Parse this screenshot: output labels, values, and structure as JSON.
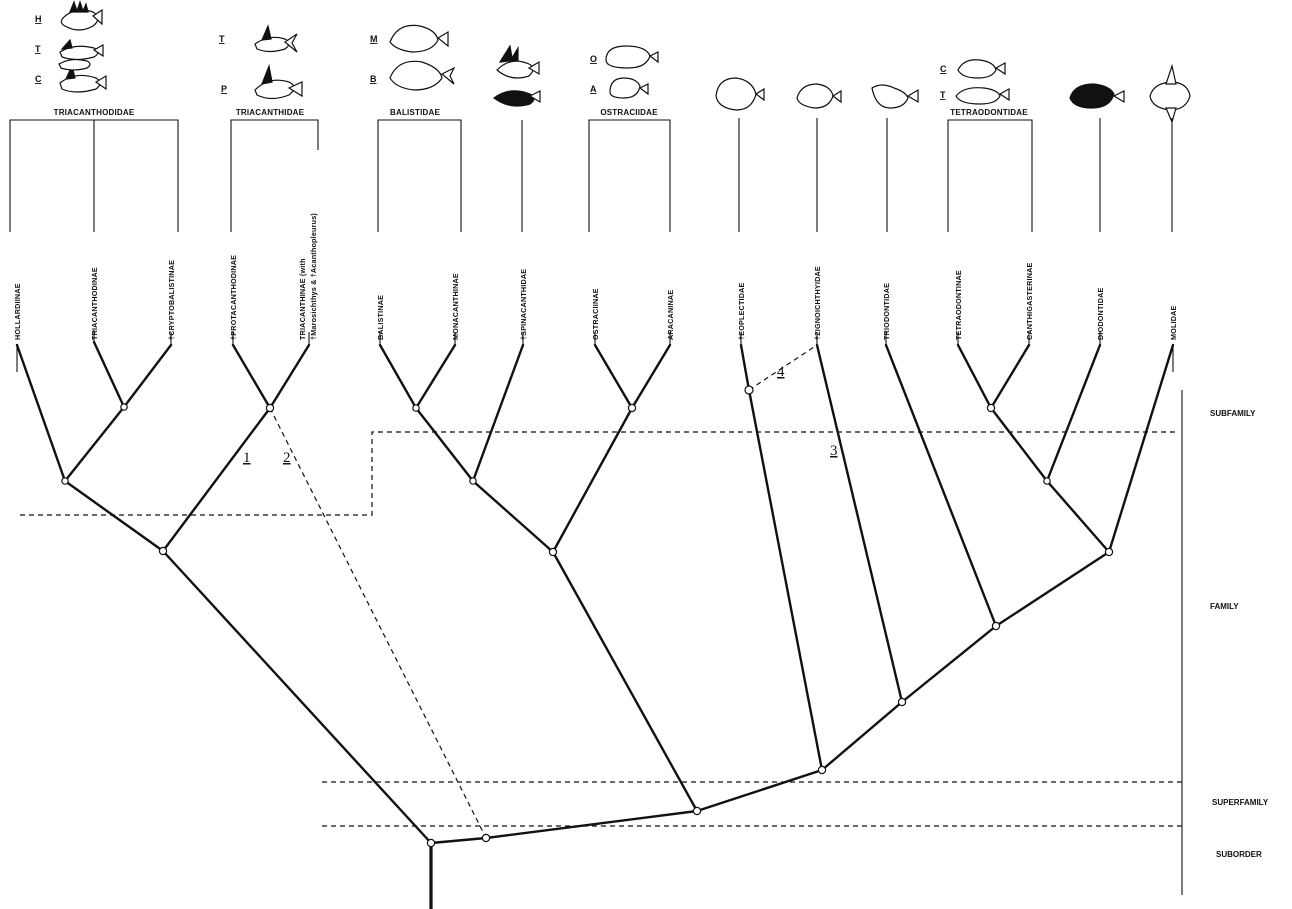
{
  "families": {
    "triacanthodidae": "TRIACANTHODIDAE",
    "triacanthidae": "TRIACANTHIDAE",
    "balistidae": "BALISTIDAE",
    "ostraciidae": "OSTRACIIDAE",
    "tetraodontidae": "TETRAODONTIDAE"
  },
  "taxa": {
    "hollardiinae": "HOLLARDIINAE",
    "triacanthodinae": "TRIACANTHODINAE",
    "cryptobalistinae": "†CRYPTOBALISTINAE",
    "protacanthodinae": "†PROTACANTHODINAE",
    "triacanthinae_1": "TRIACANTHINAE (with",
    "triacanthinae_2": "†Marosichthys & †Acanthopleurus)",
    "balistinae": "BALISTINAE",
    "monacanthinae": "MONACANTHINAE",
    "spinacanthidae": "†SPINACANTHIDAE",
    "ostraciinae": "OSTRACIINAE",
    "aracaninae": "ARACANINAE",
    "eoplectidae": "†EOPLECTIDAE",
    "zignoichthyidae": "†ZIGNOICHTHYIDAE",
    "triodontidae": "TRIODONTIDAE",
    "tetraodontinae": "TETRAODONTINAE",
    "canthigasterinae": "CANTHIGASTERINAE",
    "diodontidae": "DIODONTIDAE",
    "molidae": "MOLIDAE"
  },
  "ranks": {
    "subfamily": "SUBFAMILY",
    "family": "FAMILY",
    "superfamily": "SUPERFAMILY",
    "suborder": "SUBORDER"
  },
  "markers": {
    "m1": "1",
    "m2": "2",
    "m3": "3",
    "m4": "4"
  },
  "fish_letters": {
    "triacanthodidae_h": "H",
    "triacanthodidae_t": "T",
    "triacanthodidae_c": "C",
    "triacanthidae_t": "T",
    "triacanthidae_p": "P",
    "balistidae_m": "M",
    "balistidae_b": "B",
    "ostraciidae_o": "O",
    "ostraciidae_a": "A",
    "tetraodontidae_c": "C",
    "tetraodontidae_t": "T"
  }
}
